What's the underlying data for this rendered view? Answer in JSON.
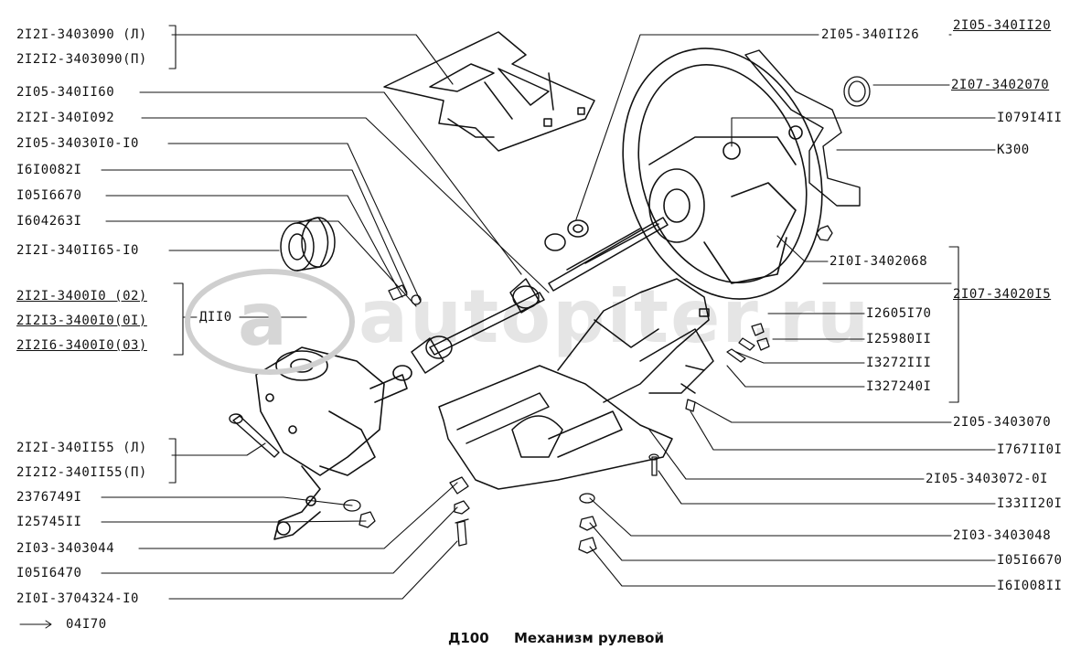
{
  "colors": {
    "ink": "#111111",
    "watermark": "#bbbbbb"
  },
  "watermark": {
    "text": "autopiter.ru",
    "logo": "a"
  },
  "left_labels": {
    "l1": "2I2I-3403090 (Л)",
    "l2": "2I2I2-3403090(П)",
    "l3": "2I05-340II60",
    "l4": "2I2I-340I092",
    "l5": "2I05-34030I0-I0",
    "l6": "I6I0082I",
    "l7": "I05I6670",
    "l8": "I604263I",
    "l9": "2I2I-340II65-I0",
    "l10": "2I2I-3400I0 (02)",
    "l11": "2I2I3-3400I0(0I)",
    "l12": "2I2I6-3400I0(03)",
    "l13": "ДII0",
    "l14": "2I2I-340II55 (Л)",
    "l15": "2I2I2-340II55(П)",
    "l16": "2376749I",
    "l17": "I25745II",
    "l18": "2I03-3403044",
    "l19": "I05I6470",
    "l20": "2I0I-3704324-I0",
    "l21": "04I70"
  },
  "right_labels": {
    "r1": "2I05-340II20",
    "r2": "2I05-340II26",
    "r3": "2I07-3402070",
    "r4": "I079I4II",
    "r5": "К300",
    "r6": "2I0I-3402068",
    "r7": "2I07-34020I5",
    "r8": "I2605I70",
    "r9": "I25980II",
    "r10": "I3272III",
    "r11": "I327240I",
    "r12": "2I05-3403070",
    "r13": "I767II0I",
    "r14": "2I05-3403072-0I",
    "r15": "I33II20I",
    "r16": "2I03-3403048",
    "r17": "I05I6670",
    "r18": "I6I008II"
  },
  "caption": {
    "code": "Д100",
    "title": "Механизм рулевой"
  }
}
